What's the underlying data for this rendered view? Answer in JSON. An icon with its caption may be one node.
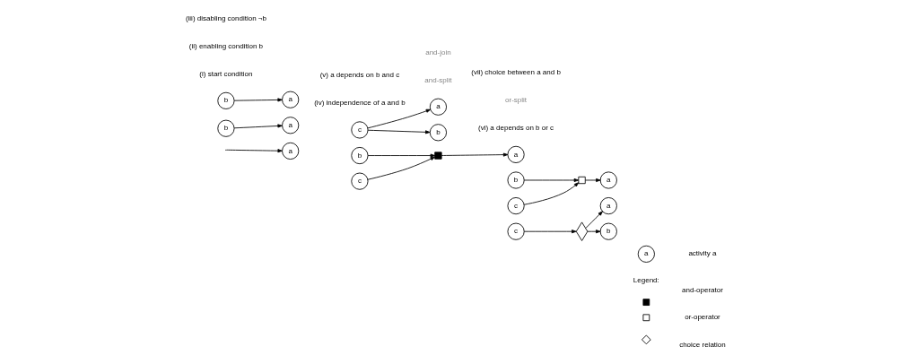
{
  "diagram": {
    "nodes": [
      {
        "text": [
          "a"
        ]
      },
      {
        "text": [
          "b"
        ]
      },
      {
        "text": [
          "a"
        ]
      },
      {
        "text": [
          "b"
        ]
      },
      {
        "text": [
          "a"
        ]
      },
      {
        "text": [
          "c"
        ]
      },
      {
        "text": [
          "a"
        ]
      },
      {
        "text": [
          "b"
        ]
      },
      {
        "text": [
          "b"
        ]
      },
      {
        "text": [
          "c"
        ]
      },
      {
        "text": [],
        "shape": "box"
      },
      {
        "text": [
          "a"
        ]
      },
      {
        "text": [
          "b"
        ]
      },
      {
        "text": [
          "c"
        ]
      },
      {
        "text": [],
        "shape": "box"
      },
      {
        "text": [
          "a"
        ]
      },
      {
        "text": [
          "c"
        ]
      },
      {
        "text": [],
        "shape": "diamond"
      },
      {
        "text": [
          "a"
        ]
      },
      {
        "text": [
          "b"
        ]
      },
      {
        "text": [
          "a"
        ]
      }
    ],
    "edges": [
      {
        "from": null,
        "to": 0,
        "arrow": "to"
      },
      {
        "from": 1,
        "to": 2,
        "arrow": "to"
      },
      {
        "from": 3,
        "to": 4,
        "arrow": "to"
      },
      {
        "from": 5,
        "to": 6,
        "arrow": "to"
      },
      {
        "from": 5,
        "to": 7,
        "arrow": "to"
      },
      {
        "from": 8,
        "to": 10,
        "arrow": "to"
      },
      {
        "from": 9,
        "to": 10,
        "arrow": "to"
      },
      {
        "from": 10,
        "to": 11,
        "arrow": "to"
      },
      {
        "from": 12,
        "to": 14,
        "arrow": "to"
      },
      {
        "from": 13,
        "to": 14,
        "arrow": "to"
      },
      {
        "from": 14,
        "to": 15,
        "arrow": "to"
      },
      {
        "from": 16,
        "to": 17,
        "arrow": "to"
      },
      {
        "from": 17,
        "to": 18,
        "arrow": "to"
      },
      {
        "from": 17,
        "to": 19,
        "arrow": "to"
      }
    ],
    "labels": [
      "(i) start condition",
      "(ii) enabling condition b",
      "(iii) disabling condition ¬b",
      "and-split",
      "(iv) independence of a and b",
      "and-join",
      "(v) a depends on b and c",
      "(vi) a depends on b or c",
      "or-split",
      "(vii) choice between a and b",
      "Legend:"
    ],
    "legend": [
      {
        "text": "activity a"
      },
      {
        "text": "and-operator"
      },
      {
        "text": "or-operator"
      },
      {
        "text": "choice relation"
      }
    ]
  }
}
